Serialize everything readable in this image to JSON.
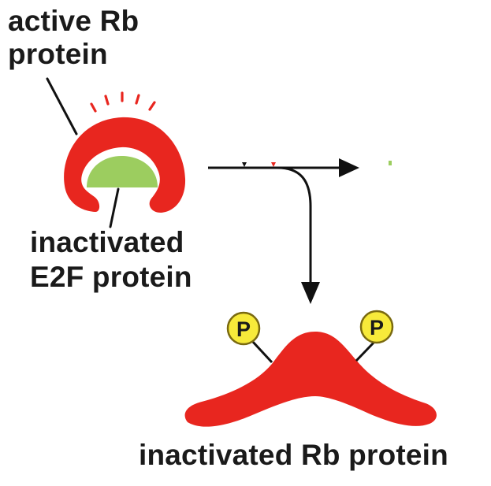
{
  "labels": {
    "active_rb": [
      "active Rb",
      "protein"
    ],
    "inactivated_e2f": [
      "inactivated",
      "E2F protein"
    ],
    "inactivated_rb": "inactivated Rb protein"
  },
  "phosphate": {
    "symbol": "P"
  },
  "colors": {
    "rb_red": "#e8261f",
    "e2f_green": "#9ccd5f",
    "phosphate_yellow": "#f7ea3a",
    "phosphate_stroke": "#7a6a10",
    "line_black": "#111111"
  },
  "icons": {
    "activity_marks": "radiating-tick-marks",
    "arrow": "arrowhead"
  }
}
